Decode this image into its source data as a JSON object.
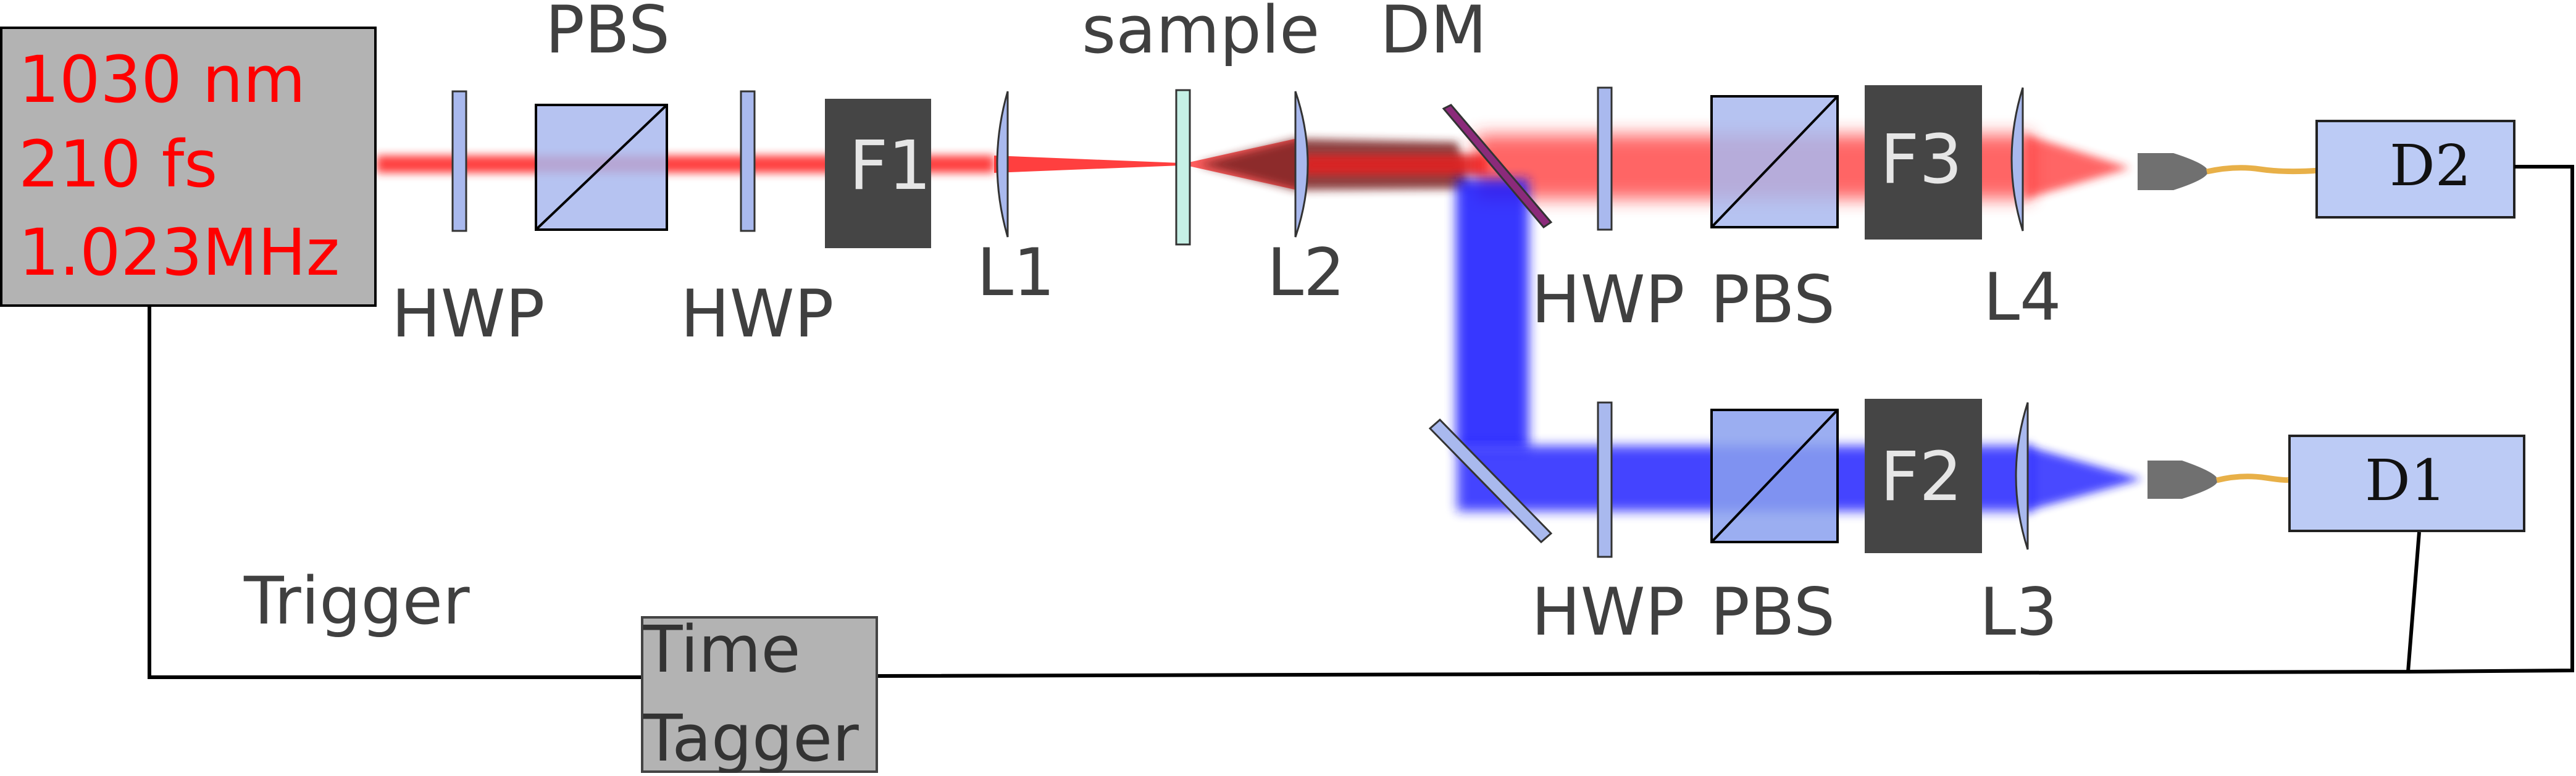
{
  "laser": {
    "line1": "1030 nm",
    "line2": "210 fs",
    "line3": "1.023MHz",
    "text_color": "#ff0000",
    "box_color": "#b3b3b3"
  },
  "labels": {
    "pbs_top": "PBS",
    "hwp_1": "HWP",
    "hwp_2": "HWP",
    "f1": "F1",
    "l1": "L1",
    "sample": "sample",
    "l2": "L2",
    "dm": "DM",
    "hwp_upper": "HWP",
    "pbs_upper": "PBS",
    "f3": "F3",
    "l4": "L4",
    "d2": "D2",
    "hwp_lower": "HWP",
    "pbs_lower": "PBS",
    "f2": "F2",
    "l3": "L3",
    "d1": "D1",
    "trigger": "Trigger",
    "time_tagger_1": "Time",
    "time_tagger_2": "Tagger"
  },
  "colors": {
    "red_beam": "#ff2a2a",
    "blue_beam": "#1a1aff",
    "optic_fill": "#a9b9ee",
    "filter_fill": "#454545",
    "detector_fill": "#bccbf5",
    "fiber": "#e8b048",
    "dichroic": "#8b2a7a"
  }
}
